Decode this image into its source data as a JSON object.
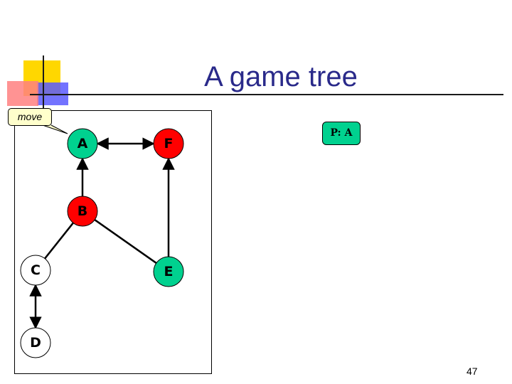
{
  "slide": {
    "title": "A game tree",
    "callout": "move",
    "player_label": "P: A",
    "page_number": "47"
  },
  "graph": {
    "nodes": [
      {
        "id": "A",
        "label": "A",
        "color": "#00d18f"
      },
      {
        "id": "F",
        "label": "F",
        "color": "#ff0000"
      },
      {
        "id": "B",
        "label": "B",
        "color": "#ff0000"
      },
      {
        "id": "C",
        "label": "C",
        "color": "#ffffff"
      },
      {
        "id": "E",
        "label": "E",
        "color": "#00d18f"
      },
      {
        "id": "D",
        "label": "D",
        "color": "#ffffff"
      }
    ],
    "edges": [
      {
        "from": "A",
        "to": "F",
        "direction": "both"
      },
      {
        "from": "B",
        "to": "A",
        "direction": "forward"
      },
      {
        "from": "E",
        "to": "F",
        "direction": "forward"
      },
      {
        "from": "B",
        "to": "C",
        "direction": "none"
      },
      {
        "from": "B",
        "to": "E",
        "direction": "none"
      },
      {
        "from": "C",
        "to": "D",
        "direction": "both"
      }
    ]
  },
  "colors": {
    "accent_green": "#00d18f",
    "accent_red": "#ff0000",
    "deco_yellow": "#ffd700",
    "deco_blue": "#4a4aff",
    "deco_pink": "#ff7a7a"
  }
}
